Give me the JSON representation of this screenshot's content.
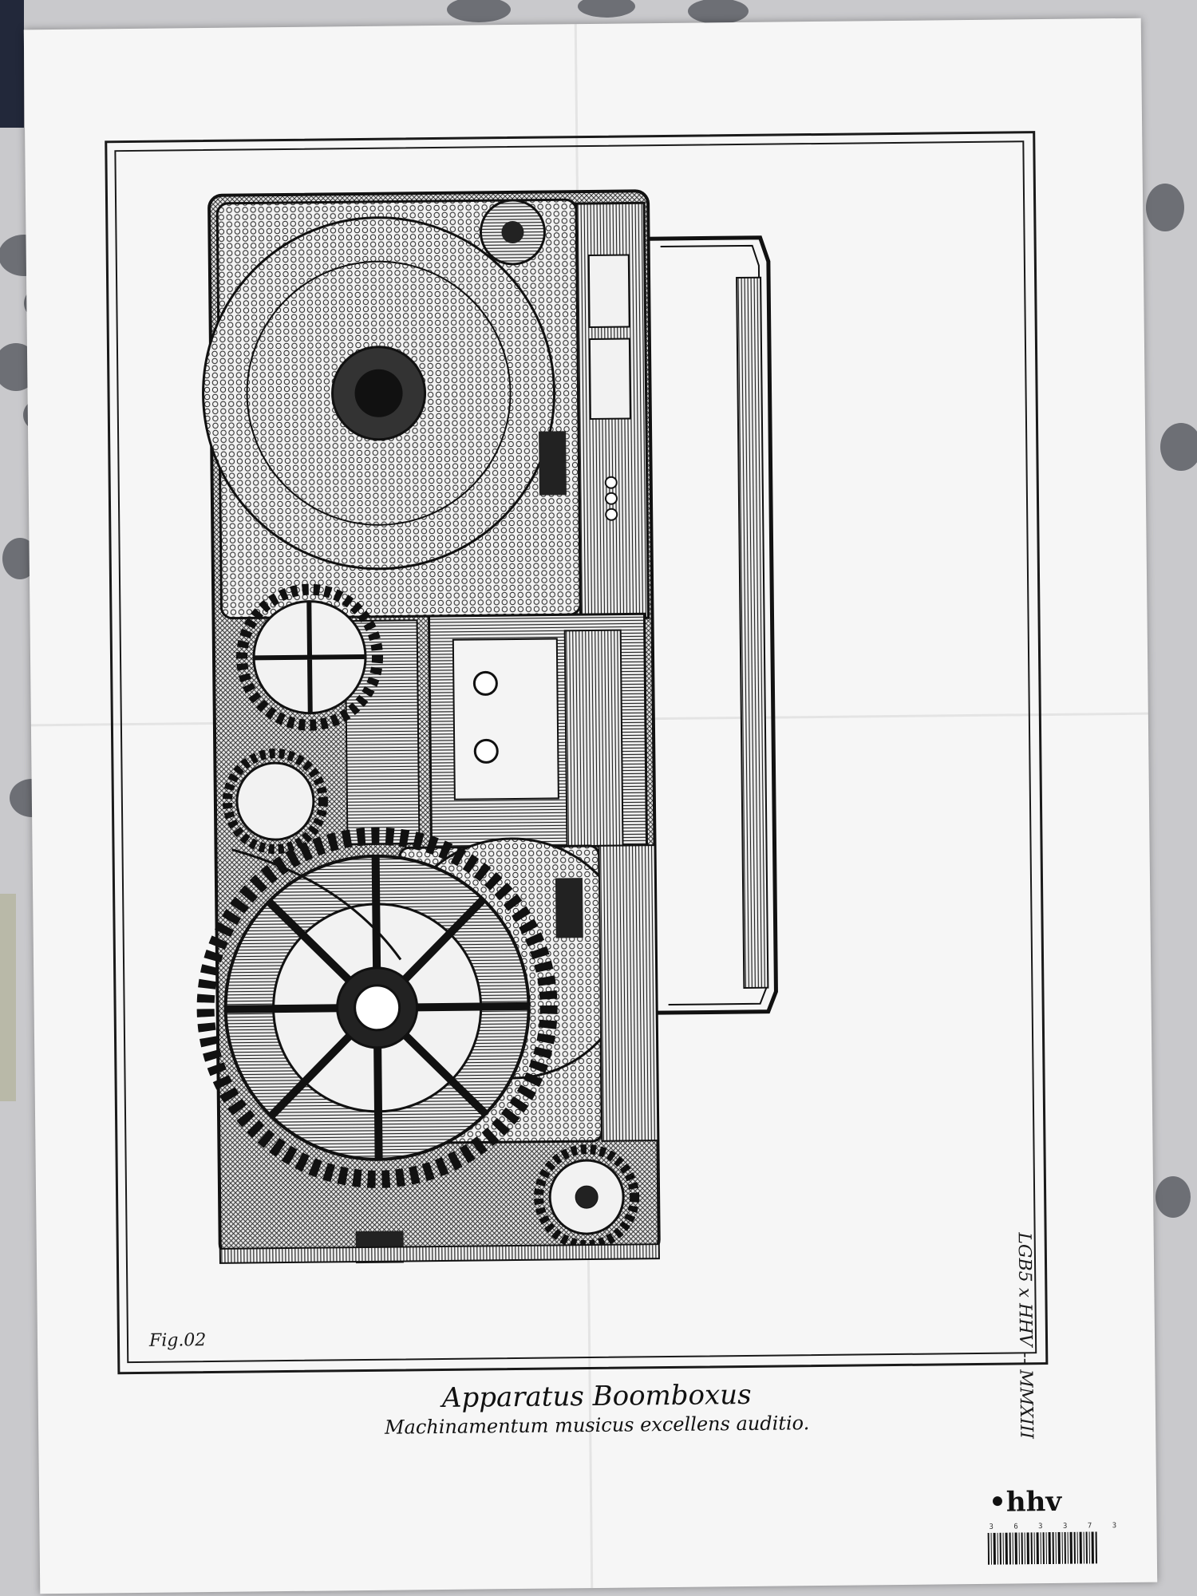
{
  "poster": {
    "figure_label": "Fig.02",
    "side_label": "LGB5 x HHV -- MMXIII",
    "title": "Apparatus Boomboxus",
    "subtitle": "Machinamentum musicus excellens auditio.",
    "brand": "•hhv",
    "barcode_digits": "3 6 3 3 7 3"
  },
  "colors": {
    "paper": "#f6f6f6",
    "ink": "#1a1a1a",
    "surface": "#8f9196"
  },
  "illustration": {
    "subject": "boombox-with-gears-engraving"
  }
}
